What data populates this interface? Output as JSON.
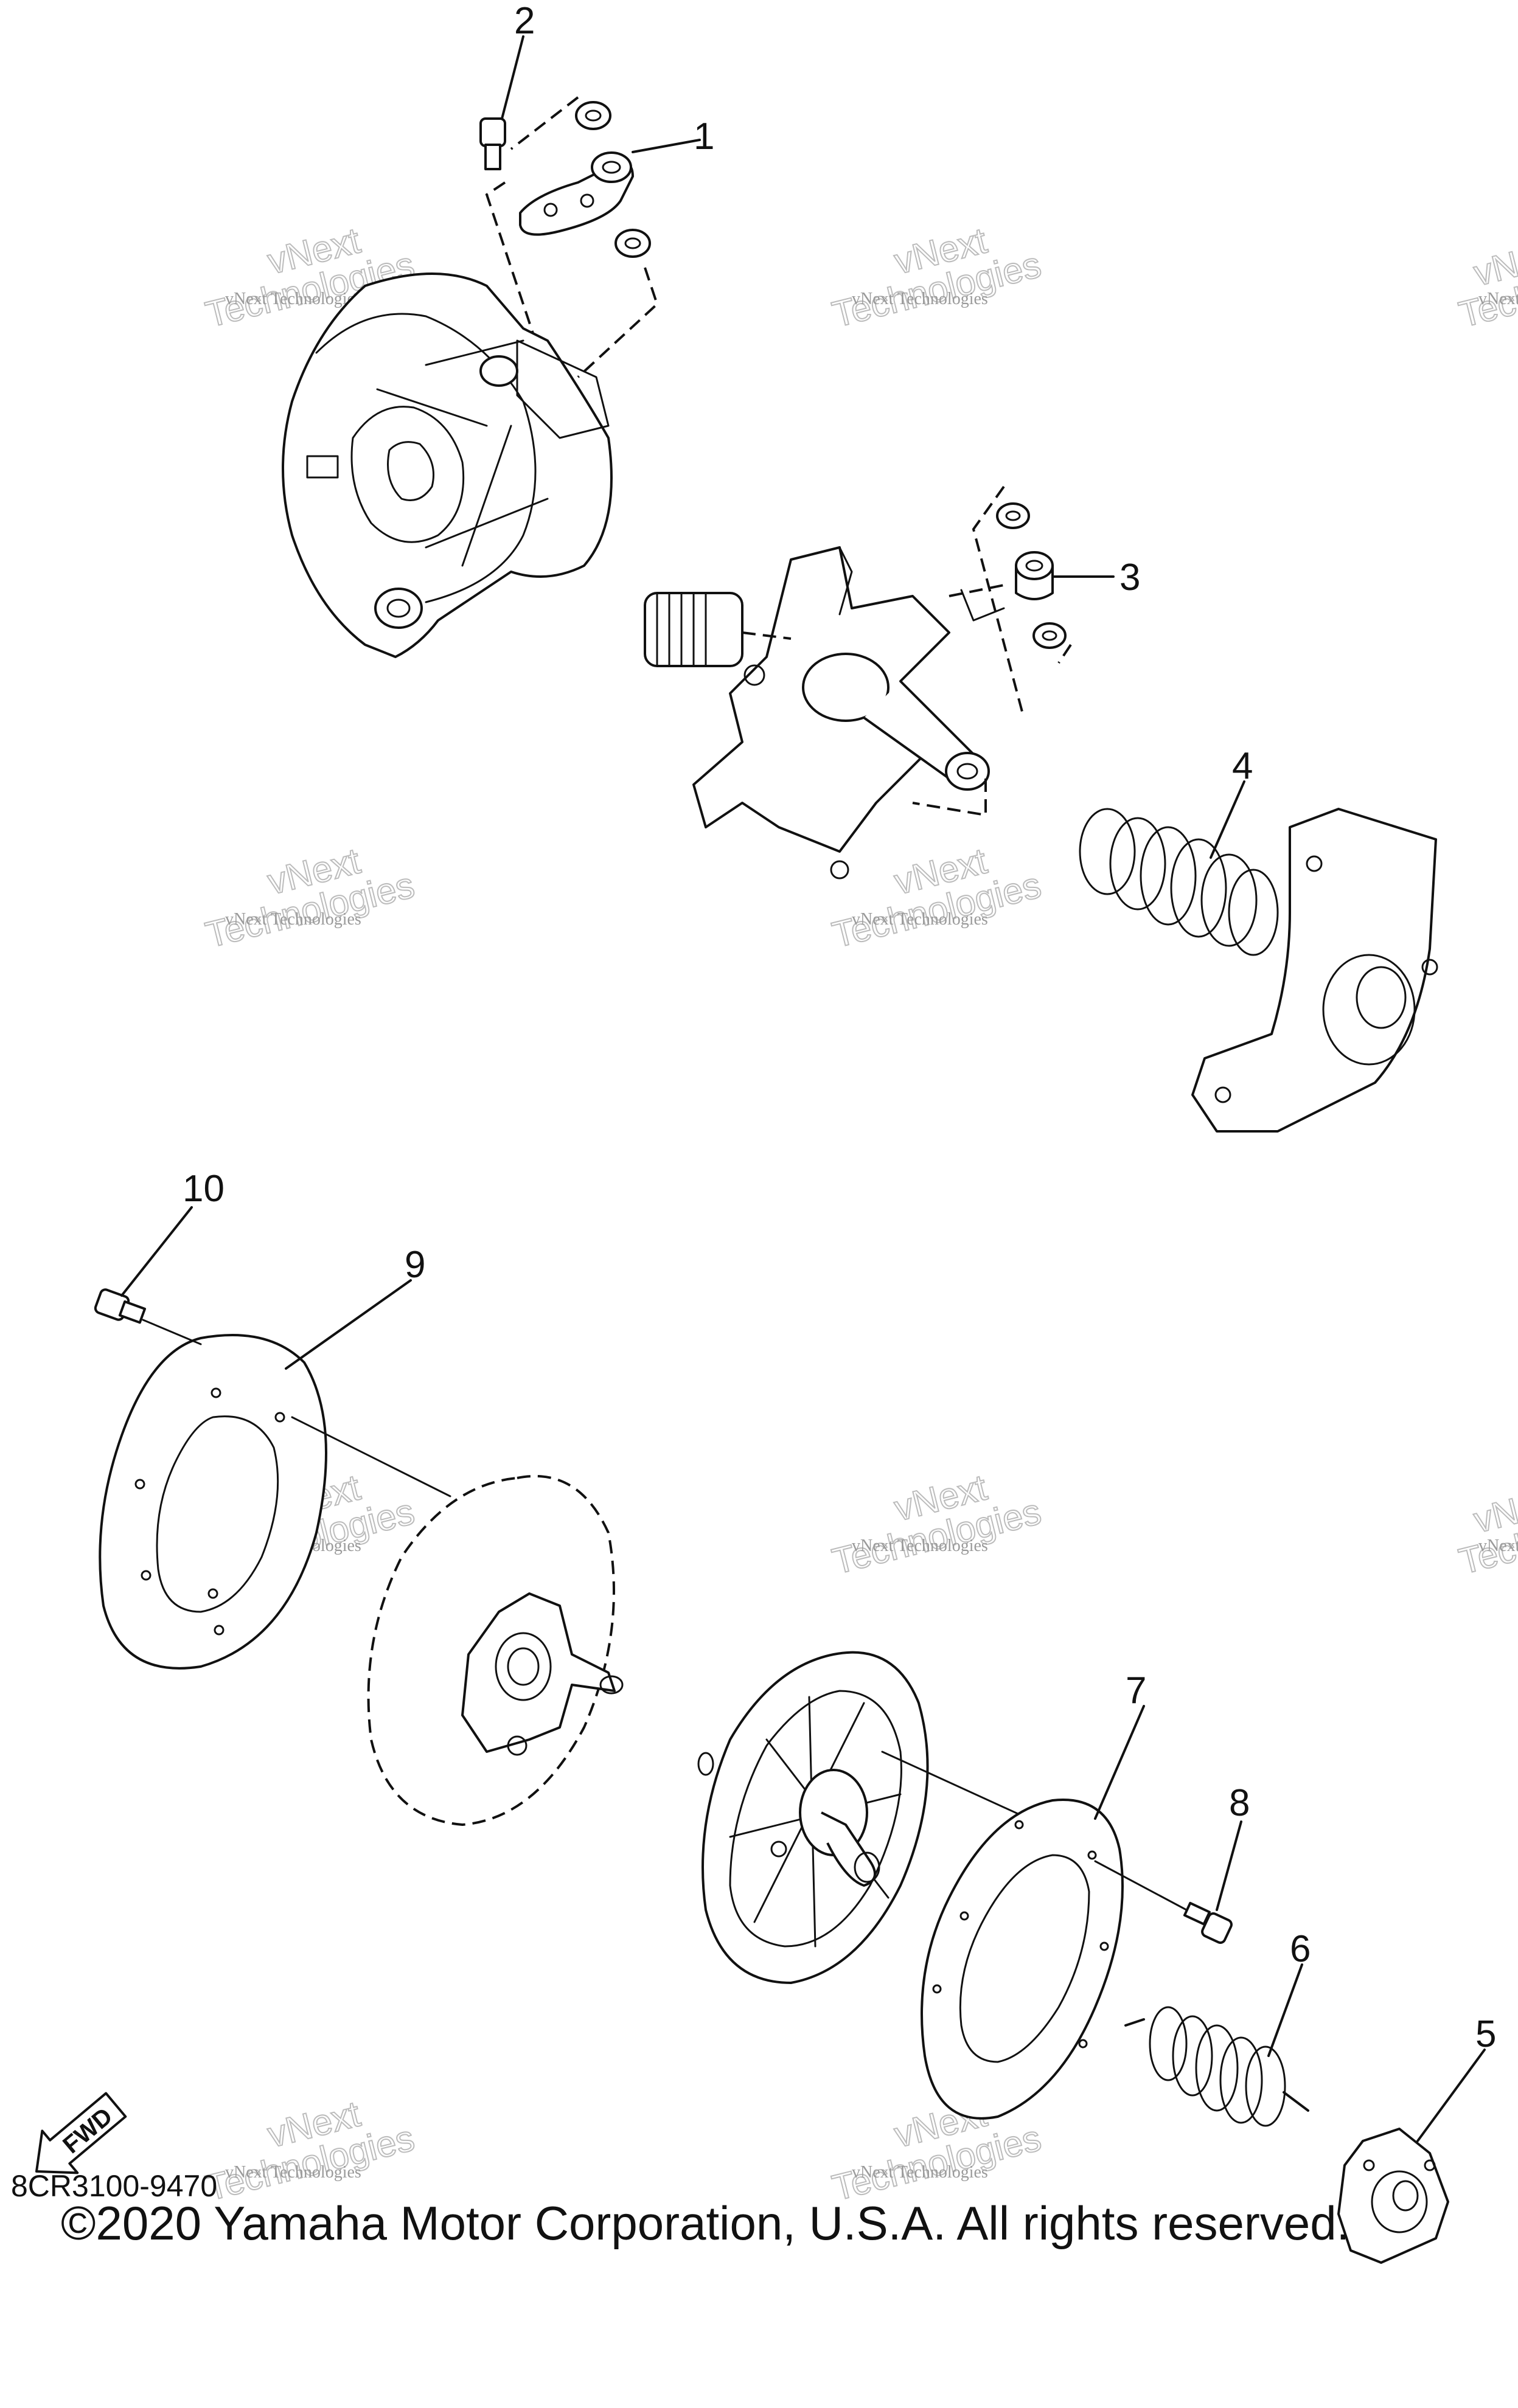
{
  "callouts": {
    "c1": "1",
    "c2": "2",
    "c3": "3",
    "c4": "4",
    "c5": "5",
    "c6": "6",
    "c7": "7",
    "c8": "8",
    "c9": "9",
    "c10": "10"
  },
  "watermark": {
    "line1": "vNext Technologies",
    "line2": "vNext",
    "line3": "Technologies"
  },
  "fwd_label": "FWD",
  "diagram_code": "8CR3100-9470",
  "copyright": "©2020 Yamaha Motor Corporation, U.S.A. All rights reserved."
}
